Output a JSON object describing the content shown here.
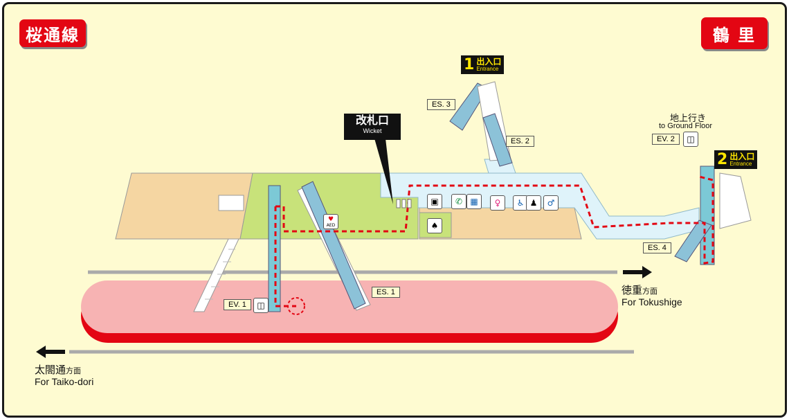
{
  "line_badge": "桜通線",
  "station_badge": "鶴 里",
  "wicket": {
    "jp": "改札口",
    "en": "Wicket"
  },
  "exits": [
    {
      "num": "1",
      "jp": "出入口",
      "en": "Entrance"
    },
    {
      "num": "2",
      "jp": "出入口",
      "en": "Entrance"
    }
  ],
  "ground_floor": {
    "jp": "地上行き",
    "en": "to Ground Floor"
  },
  "escalators": [
    "ES. 1",
    "ES. 2",
    "ES. 3",
    "ES. 4"
  ],
  "elevators": [
    "EV. 1",
    "EV. 2"
  ],
  "direction_right": {
    "jp": "徳重",
    "jp_suffix": "方面",
    "en": "For Tokushige"
  },
  "direction_left": {
    "jp": "太閤通",
    "jp_suffix": "方面",
    "en": "For Taiko-dori"
  },
  "aed_label": "AED",
  "colors": {
    "red": "#e30613",
    "platform": "#f7b3b3",
    "concourse_green": "#c8e27a",
    "passage_blue": "#dff3fa",
    "sand": "#f5d6a2",
    "frame_bg": "#fefbd1"
  }
}
